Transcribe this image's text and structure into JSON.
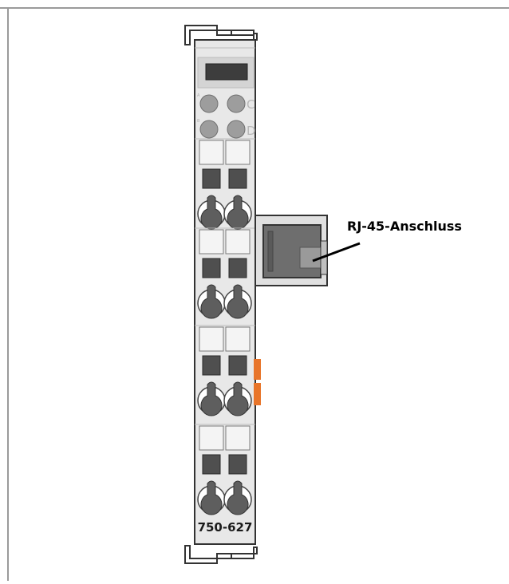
{
  "module": {
    "article_number": "750-627"
  },
  "callout": {
    "label": "RJ-45-Anschluss"
  },
  "leds": {
    "letters": [
      "C",
      "D"
    ],
    "tiny_letters": [
      "A",
      "B"
    ]
  },
  "colors": {
    "frame_border": "#9a9a9a",
    "housing": "#e8e8e8",
    "outline": "#333333",
    "dark_block": "#4f4f4f",
    "led": "#9d9d9d",
    "accent_orange": "#e8752a",
    "socket_body": "#6e6e6e"
  },
  "icons": [
    "din-rail-clip-top",
    "din-rail-clip-bottom",
    "rj45-socket",
    "terminal-block"
  ]
}
